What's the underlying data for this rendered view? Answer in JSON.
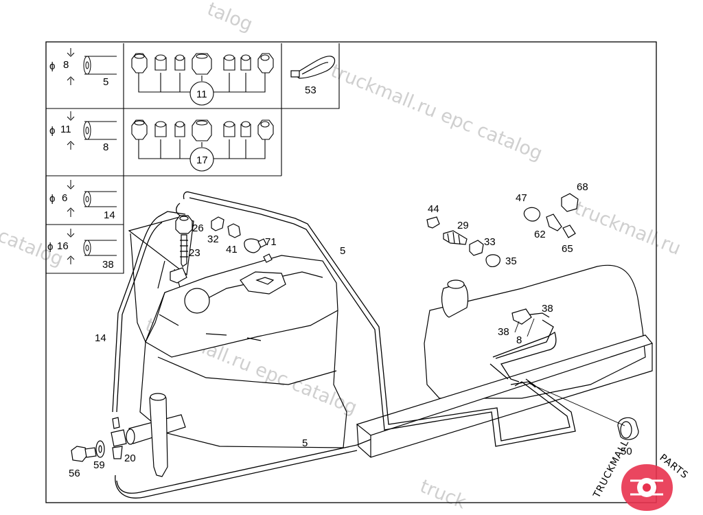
{
  "watermark": {
    "text": "truckmall.ru epc catalog",
    "fragment_a": "talog",
    "fragment_b": "truckmall.ru",
    "fragment_c": "truckmall.ru epc catalog",
    "fragment_d": "catalog",
    "fragment_e": "truckmall.ru",
    "fragment_f": "catalog",
    "fragment_g": "truckmall.ru epc catalog",
    "fragment_h": "truck"
  },
  "logo": {
    "text_left": "TRUCKMALL",
    "text_right": "PARTS",
    "color_left": "#333333",
    "color_right": "#e8324e"
  },
  "table": {
    "diameter_symbol": "ϕ",
    "rows": [
      {
        "diameter": "8",
        "length": "5"
      },
      {
        "diameter": "11",
        "length": "8"
      },
      {
        "diameter": "6",
        "length": "14"
      },
      {
        "diameter": "16",
        "length": "38"
      }
    ],
    "kit_a": "11",
    "kit_b": "17",
    "clip": "53"
  },
  "callouts": {
    "c68": "68",
    "c47": "47",
    "c44": "44",
    "c29": "29",
    "c33": "33",
    "c35": "35",
    "c62": "62",
    "c65": "65",
    "c26": "26",
    "c32": "32",
    "c41": "41",
    "c71": "71",
    "c23": "23",
    "c5a": "5",
    "c5b": "5",
    "c14": "14",
    "c38a": "38",
    "c38b": "38",
    "c8": "8",
    "c50": "50",
    "c56": "56",
    "c59": "59",
    "c20": "20"
  },
  "colors": {
    "line": "#000000",
    "watermark": "#cfcfcf"
  }
}
